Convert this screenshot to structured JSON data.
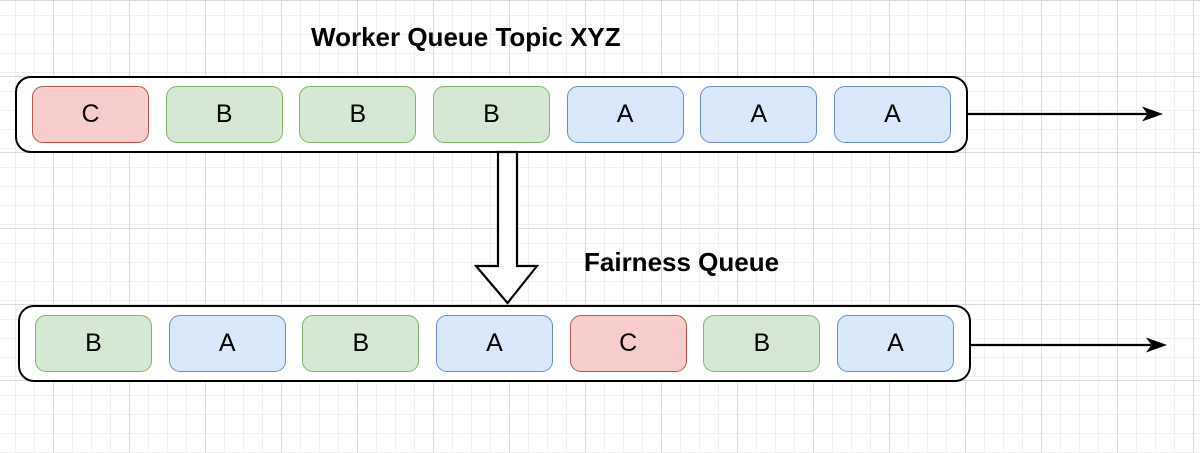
{
  "diagram": {
    "worker_queue": {
      "title": "Worker Queue Topic XYZ",
      "items": [
        {
          "label": "C",
          "type": "c"
        },
        {
          "label": "B",
          "type": "b"
        },
        {
          "label": "B",
          "type": "b"
        },
        {
          "label": "B",
          "type": "b"
        },
        {
          "label": "A",
          "type": "a"
        },
        {
          "label": "A",
          "type": "a"
        },
        {
          "label": "A",
          "type": "a"
        }
      ]
    },
    "fairness_queue": {
      "title": "Fairness Queue",
      "items": [
        {
          "label": "B",
          "type": "b"
        },
        {
          "label": "A",
          "type": "a"
        },
        {
          "label": "B",
          "type": "b"
        },
        {
          "label": "A",
          "type": "a"
        },
        {
          "label": "C",
          "type": "c"
        },
        {
          "label": "B",
          "type": "b"
        },
        {
          "label": "A",
          "type": "a"
        }
      ]
    },
    "icons": {
      "worker_output_arrow": "arrow-right-icon",
      "transfer_arrow": "arrow-down-hollow-icon",
      "fairness_output_arrow": "arrow-right-icon"
    }
  },
  "colors": {
    "type_a_fill": "#dae8fc",
    "type_a_stroke": "#6c8ebf",
    "type_b_fill": "#d5e8d4",
    "type_b_stroke": "#82b366",
    "type_c_fill": "#f8cecc",
    "type_c_stroke": "#b85450",
    "container_stroke": "#000000",
    "arrow_stroke": "#000000",
    "text": "#000000",
    "background": "#ffffff",
    "grid_minor": "#efefef",
    "grid_major": "#d9d9d9"
  }
}
